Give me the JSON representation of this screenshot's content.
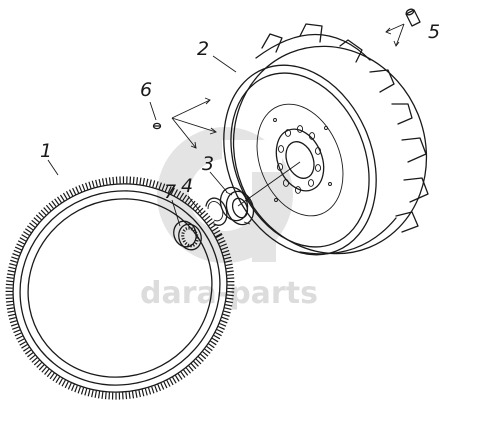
{
  "parts": [
    {
      "id": "1",
      "label": "1",
      "name": "ring-gear"
    },
    {
      "id": "2",
      "label": "2",
      "name": "flywheel"
    },
    {
      "id": "3",
      "label": "3",
      "name": "bearing"
    },
    {
      "id": "4",
      "label": "4",
      "name": "retaining-ring"
    },
    {
      "id": "5",
      "label": "5",
      "name": "dowel-pin"
    },
    {
      "id": "6",
      "label": "6",
      "name": "pin"
    },
    {
      "id": "7",
      "label": "7",
      "name": "seal"
    }
  ],
  "watermark": {
    "text": "dara-parts",
    "color": "#dcdcdc"
  },
  "colors": {
    "line": "#1a1a1a",
    "background": "#ffffff"
  }
}
